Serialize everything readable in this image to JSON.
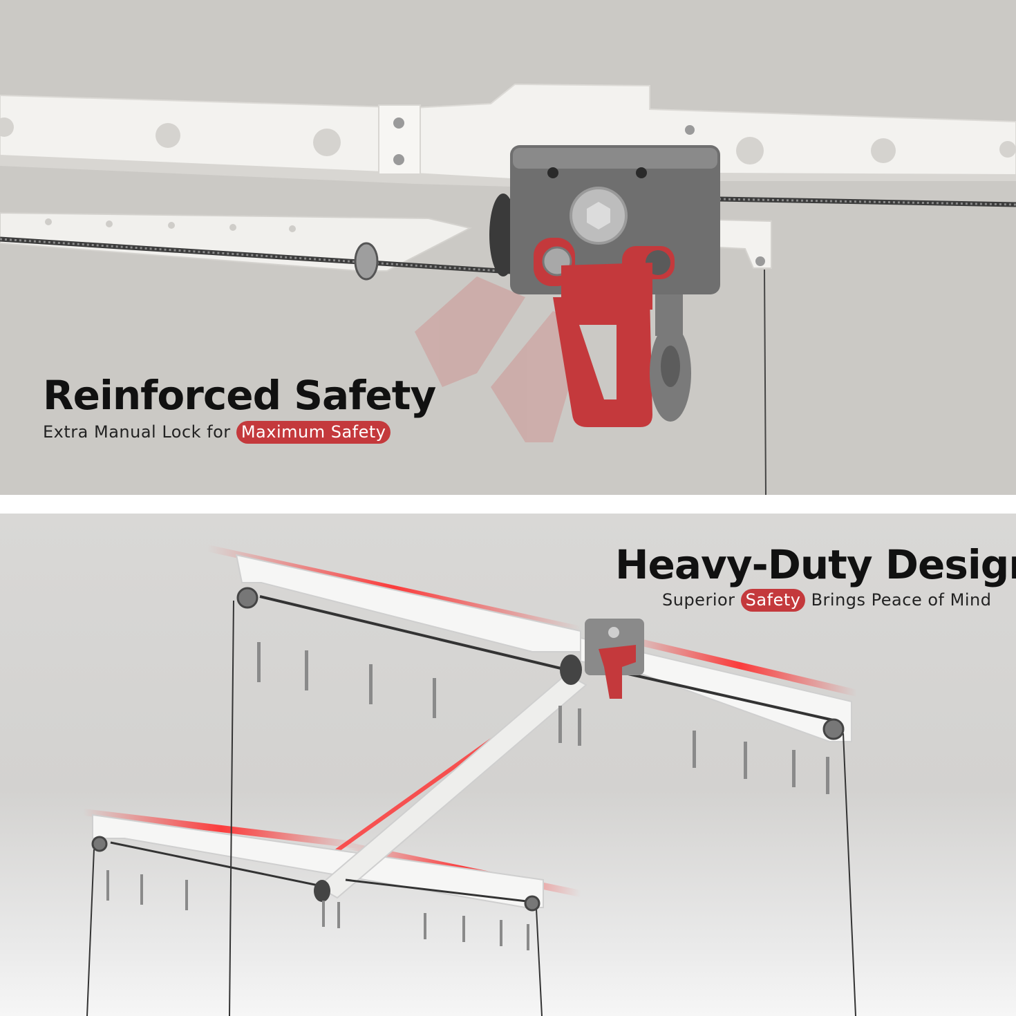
{
  "top": {
    "title": "Reinforced Safety",
    "subtitle_prefix": "Extra Manual Lock for",
    "subtitle_highlight": "Maximum Safety"
  },
  "bottom": {
    "title": "Heavy-Duty Design",
    "subtitle_prefix": "Superior",
    "subtitle_highlight": "Safety",
    "subtitle_suffix": "Brings Peace of Mind"
  },
  "colors": {
    "accent_red": "#c4393c",
    "top_background": "#cbc9c5",
    "bottom_background": "#d9d8d6",
    "text": "#111111"
  },
  "icons": [
    "winch-lock-illustration",
    "ceiling-hoist-rack-illustration"
  ]
}
